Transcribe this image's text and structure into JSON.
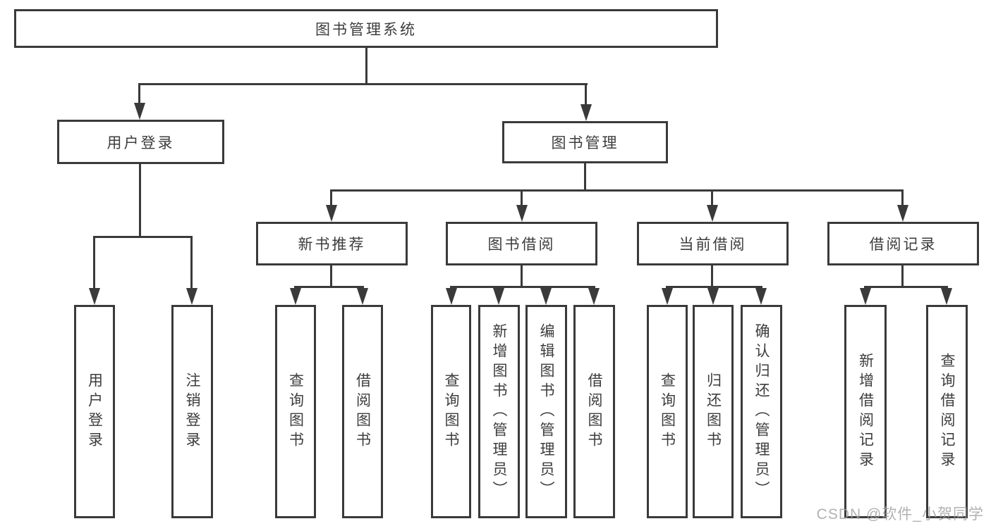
{
  "diagram": {
    "root": {
      "label": "图书管理系统"
    },
    "branches": [
      {
        "label": "用户登录",
        "children": [
          {
            "label": "用户登录"
          },
          {
            "label": "注销登录"
          }
        ]
      },
      {
        "label": "图书管理",
        "children": [
          {
            "label": "新书推荐",
            "children": [
              {
                "label": "查询图书"
              },
              {
                "label": "借阅图书"
              }
            ]
          },
          {
            "label": "图书借阅",
            "children": [
              {
                "label": "查询图书"
              },
              {
                "label": "新增图书（管理员）"
              },
              {
                "label": "编辑图书（管理员）"
              },
              {
                "label": "借阅图书"
              }
            ]
          },
          {
            "label": "当前借阅",
            "children": [
              {
                "label": "查询图书"
              },
              {
                "label": "归还图书"
              },
              {
                "label": "确认归还（管理员）"
              }
            ]
          },
          {
            "label": "借阅记录",
            "children": [
              {
                "label": "新增借阅记录"
              },
              {
                "label": "查询借阅记录"
              }
            ]
          }
        ]
      }
    ]
  },
  "watermark": "CSDN @软件_小贺同学",
  "colors": {
    "line": "#3a3a3a",
    "text": "#3d3d3d",
    "background": "#ffffff",
    "watermark": "#9e9e9e"
  }
}
